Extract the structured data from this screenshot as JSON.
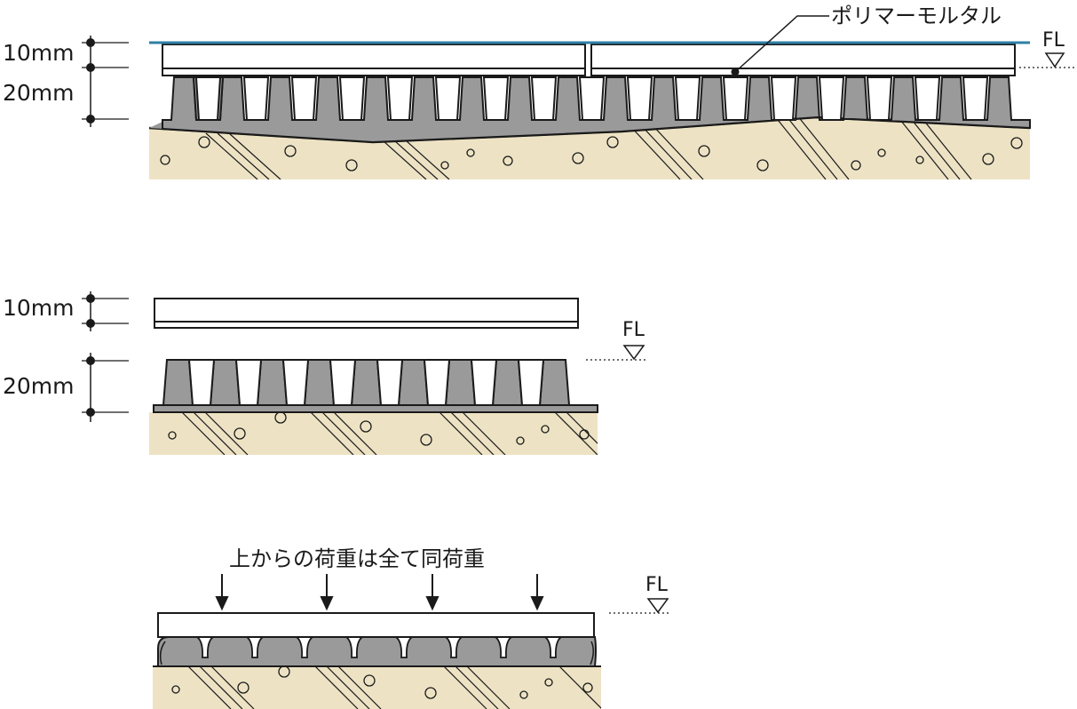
{
  "labels": {
    "dim_10": "10mm",
    "dim_20": "20mm",
    "fl": "FL",
    "mortar": "ポリマーモルタル",
    "load_note": "上からの荷重は全て同荷重"
  },
  "colors": {
    "mat": "#9a9a9a",
    "ground": "#ede3c4",
    "fl_line": "#2f7fa6",
    "outline": "#1a1a1a",
    "board": "#ffffff"
  },
  "icons": {
    "arrow": "down-arrow-icon",
    "fl_marker": "triangle-down-icon",
    "dim_dot": "dot-icon"
  }
}
